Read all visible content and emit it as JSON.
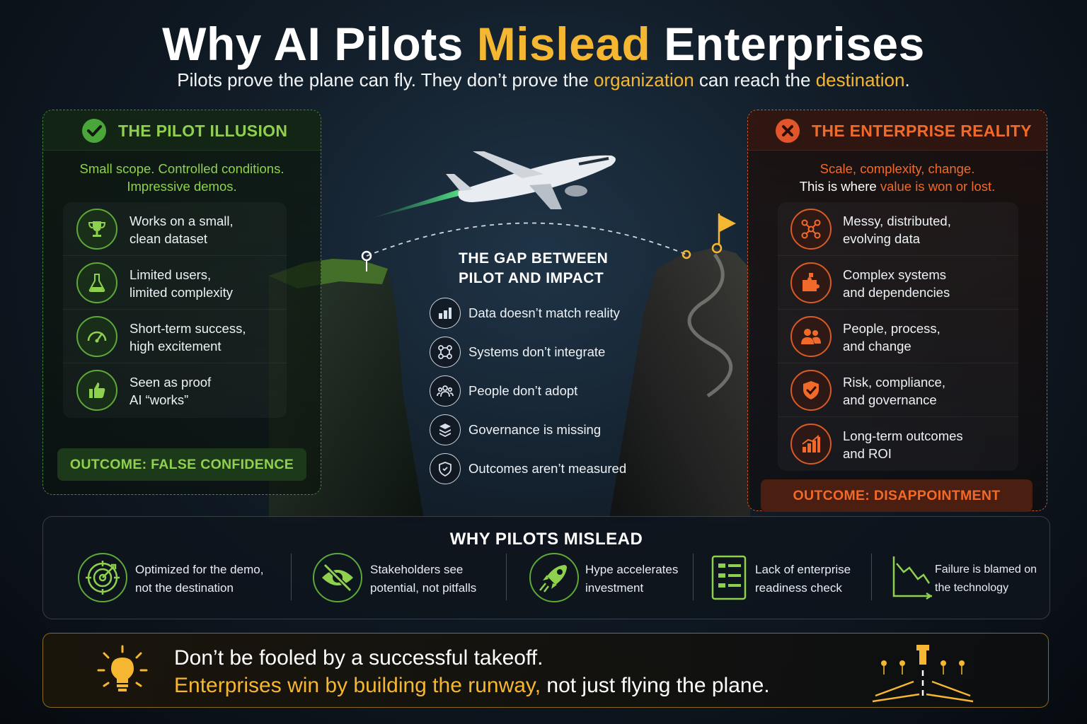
{
  "header": {
    "title_part1": "Why AI Pilots ",
    "title_accent": "Mislead",
    "title_part2": " Enterprises",
    "subtitle_part1": "Pilots prove the plane can fly. They don’t prove the ",
    "subtitle_accent1": "organization",
    "subtitle_part2": " can reach the ",
    "subtitle_accent2": "destination",
    "subtitle_part3": "."
  },
  "left_panel": {
    "title": "THE PILOT ILLUSION",
    "icon": "check-circle-icon",
    "subtitle_line1": "Small scope. Controlled conditions.",
    "subtitle_line2": "Impressive demos.",
    "items": [
      {
        "icon": "trophy-icon",
        "line1": "Works on a small,",
        "line2": "clean dataset"
      },
      {
        "icon": "flask-icon",
        "line1": "Limited users,",
        "line2": "limited complexity"
      },
      {
        "icon": "speedometer-icon",
        "line1": "Short-term success,",
        "line2": "high excitement"
      },
      {
        "icon": "thumbs-up-icon",
        "line1": "Seen as proof",
        "line2": "AI “works”"
      }
    ],
    "outcome": "OUTCOME: FALSE CONFIDENCE"
  },
  "right_panel": {
    "title": "THE ENTERPRISE REALITY",
    "icon": "x-circle-icon",
    "subtitle_line1": "Scale, complexity, change.",
    "subtitle_line2_part1": "This is where ",
    "subtitle_line2_accent": "value is won or lost.",
    "items": [
      {
        "icon": "network-icon",
        "line1": "Messy, distributed,",
        "line2": "evolving data"
      },
      {
        "icon": "puzzle-icon",
        "line1": "Complex systems",
        "line2": "and dependencies"
      },
      {
        "icon": "people-icon",
        "line1": "People, process,",
        "line2": "and change"
      },
      {
        "icon": "shield-check-icon",
        "line1": "Risk, compliance,",
        "line2": "and governance"
      },
      {
        "icon": "bar-chart-icon",
        "line1": "Long-term outcomes",
        "line2": "and ROI"
      }
    ],
    "outcome": "OUTCOME: DISAPPOINTMENT"
  },
  "gap": {
    "title_line1": "THE GAP BETWEEN",
    "title_line2": "PILOT AND IMPACT",
    "items": [
      {
        "icon": "data-map-icon",
        "text": "Data doesn’t match reality"
      },
      {
        "icon": "integration-icon",
        "text": "Systems don’t integrate"
      },
      {
        "icon": "users-icon",
        "text": "People don’t adopt"
      },
      {
        "icon": "layers-icon",
        "text": "Governance is missing"
      },
      {
        "icon": "shield-icon",
        "text": "Outcomes aren’t measured"
      }
    ]
  },
  "why": {
    "title": "WHY PILOTS MISLEAD",
    "items": [
      {
        "icon": "target-icon",
        "line1": "Optimized for the demo,",
        "line2": "not the destination"
      },
      {
        "icon": "eye-slash-icon",
        "line1": "Stakeholders see",
        "line2": "potential, not pitfalls"
      },
      {
        "icon": "rocket-icon",
        "line1": "Hype accelerates",
        "line2": "investment"
      },
      {
        "icon": "checklist-icon",
        "line1": "Lack of enterprise",
        "line2": "readiness check"
      },
      {
        "icon": "declining-chart-icon",
        "line1": "Failure is blamed on",
        "line2": "the technology"
      }
    ]
  },
  "banner": {
    "icon": "lightbulb-icon",
    "line1": "Don’t be fooled by a successful takeoff.",
    "line2_accent": "Enterprises win by building the runway,",
    "line2_rest": " not just flying the plane.",
    "runway_icon": "runway-icon"
  },
  "colors": {
    "gold": "#f5b732",
    "green": "#8fd14f",
    "orange": "#f26a2a",
    "background": "#0b1118"
  }
}
